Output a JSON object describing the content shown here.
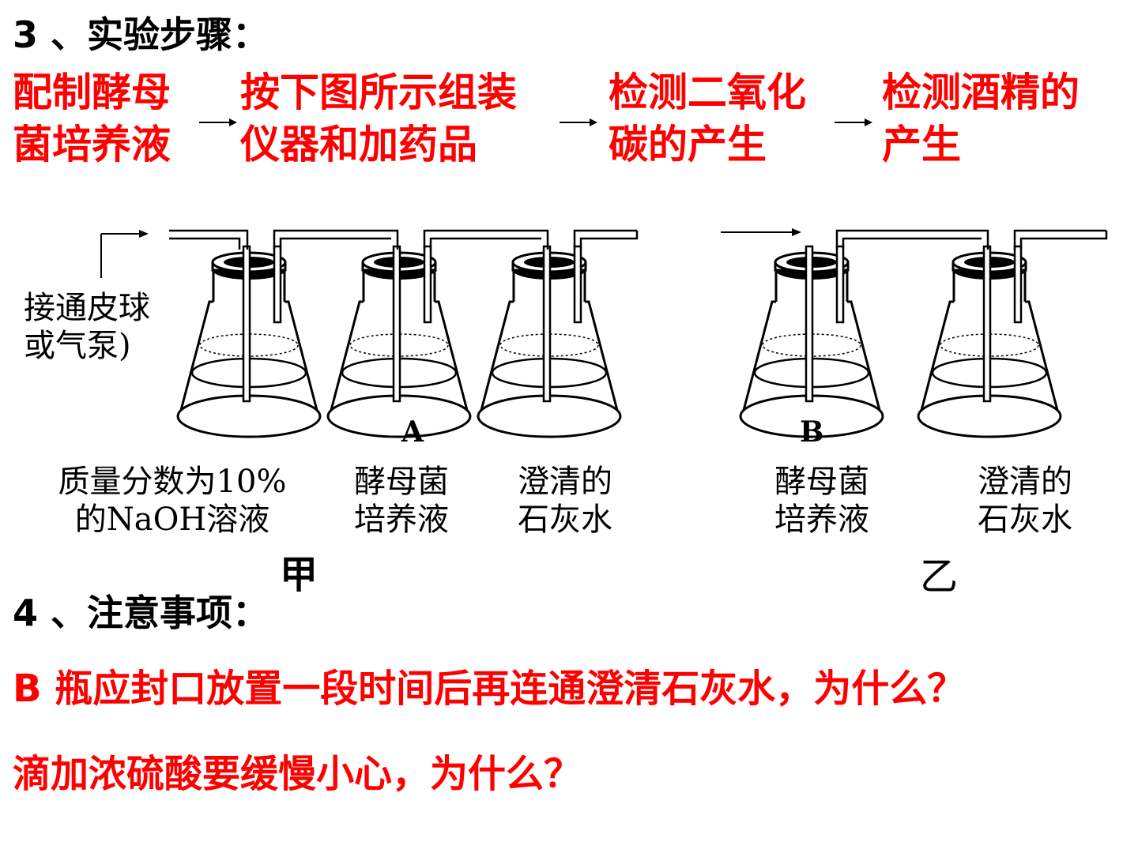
{
  "heading_steps": "3 、实验步骤：",
  "steps": [
    "配制酵母\n菌培养液",
    "按下图所示组装\n仪器和加药品",
    "检测二氧化\n碳的产生",
    "检测酒精的\n产生"
  ],
  "diagram": {
    "pump_label": "接通皮球\n或气泵)",
    "flask_A": "A",
    "flask_B": "B",
    "labels_jia": [
      "质量分数为10%\n的NaOH溶液",
      "酵母菌\n培养液",
      "澄清的\n石灰水"
    ],
    "labels_yi": [
      "酵母菌\n培养液",
      "澄清的\n石灰水"
    ],
    "set_jia": "甲",
    "set_yi": "乙"
  },
  "heading_notes": "4 、注意事项：",
  "notes": [
    "B 瓶应封口放置一段时间后再连通澄清石灰水，为什么？",
    "滴加浓硫酸要缓慢小心，为什么？"
  ],
  "colors": {
    "accent": "#ff0000",
    "text": "#000000"
  }
}
